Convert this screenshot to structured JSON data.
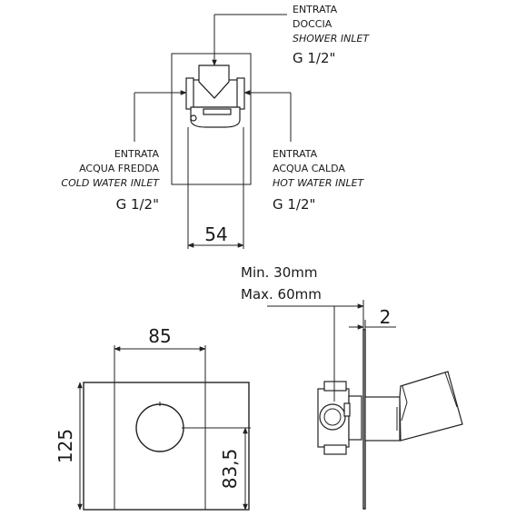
{
  "top_view": {
    "shower_inlet": {
      "line1": "ENTRATA",
      "line2": "DOCCIA",
      "line3": "SHOWER INLET",
      "size": "G 1/2\""
    },
    "cold_inlet": {
      "line1": "ENTRATA",
      "line2": "ACQUA FREDDA",
      "line3": "COLD WATER INLET",
      "size": "G 1/2\""
    },
    "hot_inlet": {
      "line1": "ENTRATA",
      "line2": "ACQUA CALDA",
      "line3": "HOT WATER INLET",
      "size": "G 1/2\""
    },
    "width_dim": "54"
  },
  "front_view": {
    "width_dim": "85",
    "height_dim": "125",
    "axis_height_dim": "83,5"
  },
  "side_view": {
    "min_depth": "Min. 30mm",
    "max_depth": "Max. 60mm",
    "plate_thickness": "2"
  }
}
